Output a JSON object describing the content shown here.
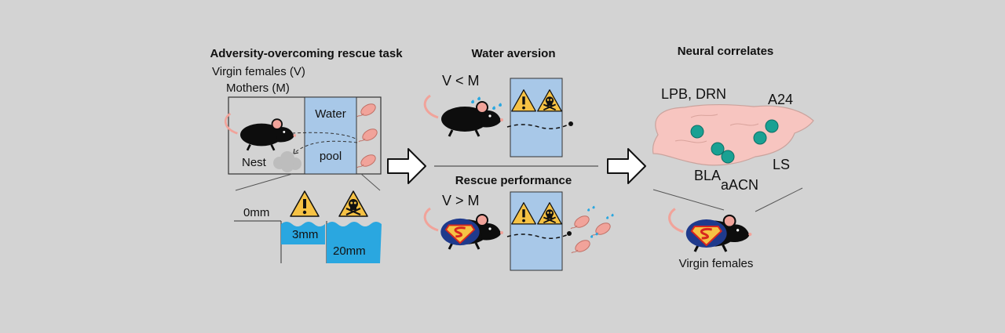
{
  "left_panel": {
    "title": "Adversity-overcoming rescue task",
    "group_virgin": "Virgin females (V)",
    "group_mothers": "Mothers (M)",
    "water_label": "Water",
    "pool_label": "pool",
    "nest_label": "Nest",
    "depth_zero": "0mm",
    "depth_shallow": "3mm",
    "depth_deep": "20mm"
  },
  "middle_panel": {
    "title_top": "Water aversion",
    "comparison_top": "V < M",
    "title_bottom": "Rescue performance",
    "comparison_bottom": "V > M"
  },
  "right_panel": {
    "title": "Neural correlates",
    "regions": [
      "LPB, DRN",
      "A24",
      "LS",
      "BLA",
      "aACN"
    ],
    "subject_label": "Virgin females"
  },
  "colors": {
    "background": "#d3d3d3",
    "pool_blue": "#a8c8e8",
    "water_bright": "#2aa7e0",
    "warning_yellow": "#f6c244",
    "brain_pink": "#f7c5c0",
    "region_teal": "#1aa193",
    "pup_pink": "#f1a39a",
    "mouse_black": "#0d0d0d",
    "cape_blue": "#1f3a8c",
    "emblem_red": "#d7261e"
  },
  "icons": [
    "warning-icon",
    "skull-warning-icon",
    "arrow-right-icon",
    "mouse-icon",
    "superhero-mouse-icon",
    "brain-icon",
    "pup-icon",
    "water-drop-icon"
  ]
}
